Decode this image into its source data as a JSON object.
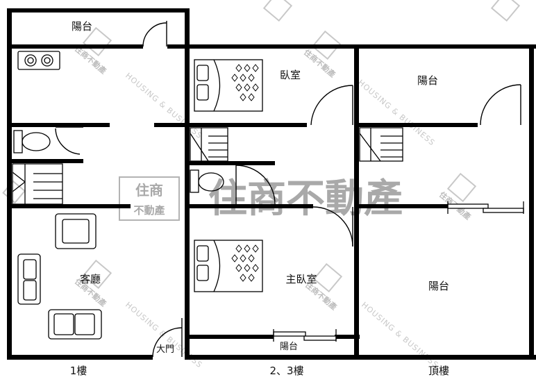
{
  "floors": {
    "first": {
      "caption": "1樓",
      "balcony": "陽台",
      "living_room": "客廳",
      "main_door": "大門"
    },
    "second_third": {
      "caption": "2、3樓",
      "bedroom": "臥室",
      "master_bedroom": "主臥室",
      "balcony": "陽台"
    },
    "roof": {
      "caption": "頂樓",
      "balcony_top": "陽台",
      "balcony_bottom": "陽台"
    }
  },
  "watermark": {
    "logo_line1": "住商",
    "logo_line2": "不動產",
    "brand": "住商不動產",
    "diagonal_text": "HOUSING & BUSINESS",
    "badge_text": "住商不動產"
  },
  "colors": {
    "wall": "#000000",
    "watermark": "#9b9b9b"
  }
}
